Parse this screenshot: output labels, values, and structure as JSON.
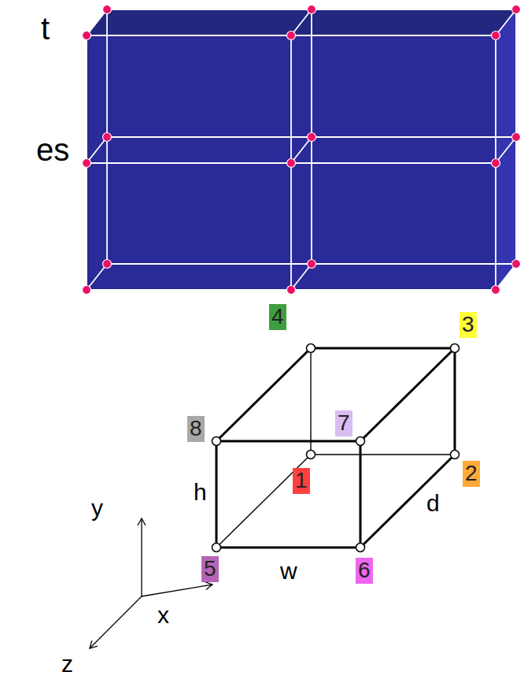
{
  "diagram": {
    "nodes": [
      {
        "text": [
          "4"
        ]
      },
      {
        "text": [
          "3"
        ]
      },
      {
        "text": [
          "8"
        ]
      },
      {
        "text": [
          "7"
        ]
      },
      {
        "text": [
          "1"
        ]
      },
      {
        "text": [
          "2"
        ]
      },
      {
        "text": [
          "5"
        ]
      },
      {
        "text": [
          "6"
        ]
      }
    ],
    "edges": [],
    "labels": [
      "t",
      "es",
      "h",
      "d",
      "y",
      "w",
      "x",
      "z"
    ]
  }
}
